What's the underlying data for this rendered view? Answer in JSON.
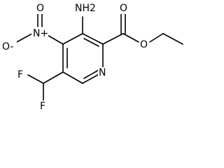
{
  "molecule": {
    "labels": {
      "nh2": "NH2",
      "nitro_n_plus": "N+",
      "nitro_o_minus": "O-",
      "nitro_o": "O",
      "ester_o_carbonyl": "O",
      "ester_o_ether": "O",
      "ring_n": "N",
      "f_top": "F",
      "f_bottom": "F"
    }
  }
}
